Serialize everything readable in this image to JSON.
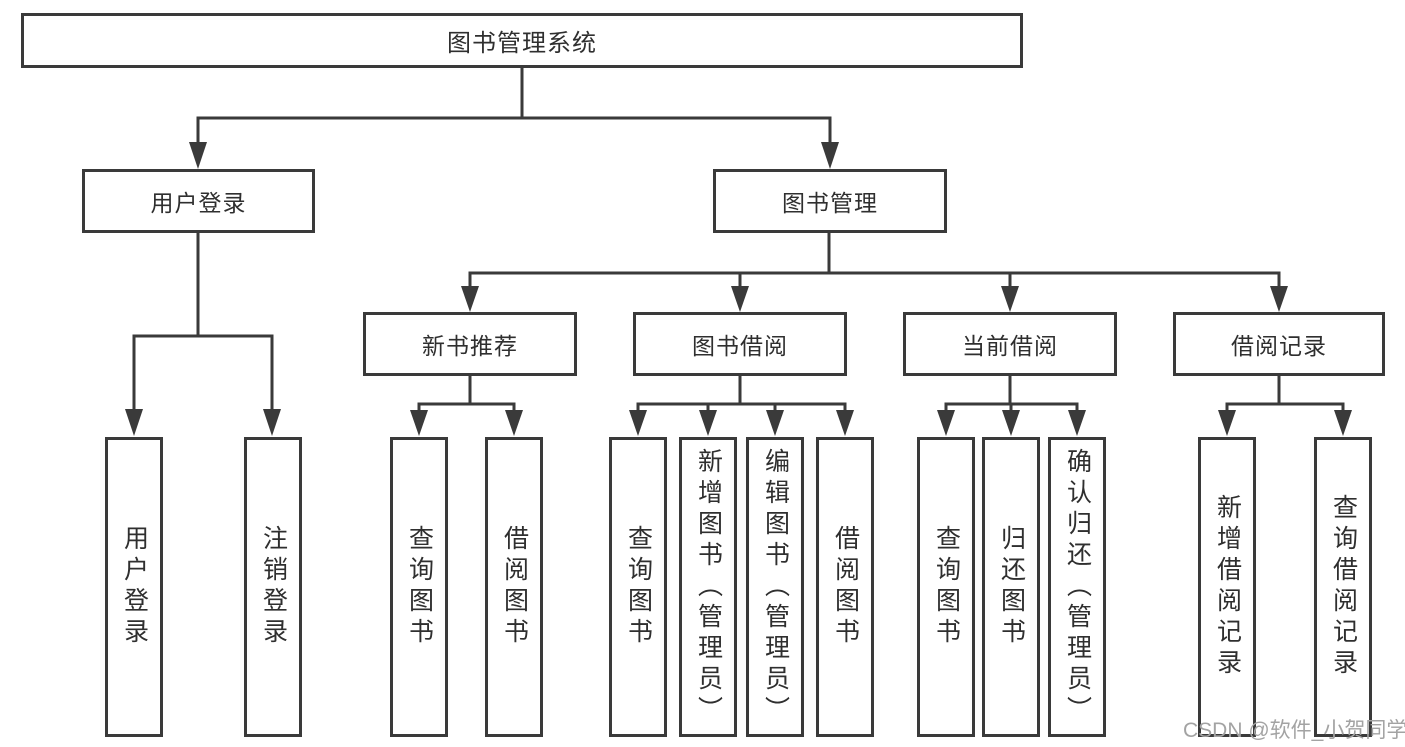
{
  "diagram": {
    "type": "hierarchy-tree",
    "tree": {
      "root": {
        "label": "图书管理系统",
        "children": [
          {
            "label": "用户登录",
            "children": [
              {
                "label": "用户登录"
              },
              {
                "label": "注销登录"
              }
            ]
          },
          {
            "label": "图书管理",
            "children": [
              {
                "label": "新书推荐",
                "children": [
                  {
                    "label": "查询图书"
                  },
                  {
                    "label": "借阅图书"
                  }
                ]
              },
              {
                "label": "图书借阅",
                "children": [
                  {
                    "label": "查询图书"
                  },
                  {
                    "label": "新增图书（管理员）"
                  },
                  {
                    "label": "编辑图书（管理员）"
                  },
                  {
                    "label": "借阅图书"
                  }
                ]
              },
              {
                "label": "当前借阅",
                "children": [
                  {
                    "label": "查询图书"
                  },
                  {
                    "label": "归还图书"
                  },
                  {
                    "label": "确认归还（管理员）"
                  }
                ]
              },
              {
                "label": "借阅记录",
                "children": [
                  {
                    "label": "新增借阅记录"
                  },
                  {
                    "label": "查询借阅记录"
                  }
                ]
              }
            ]
          }
        ]
      }
    },
    "colors": {
      "line": "#3a3a3a",
      "text": "#2f2f2f",
      "background": "#ffffff",
      "watermark_text_color": "#a3a3a3"
    },
    "watermark": "CSDN @软件_小贺同学"
  }
}
